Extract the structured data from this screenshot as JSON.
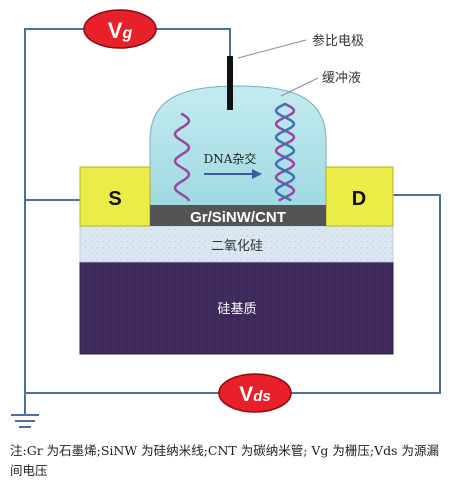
{
  "labels": {
    "vg": "Vg",
    "vds": "Vds",
    "source": "S",
    "drain": "D",
    "channel": "Gr/SiNW/CNT",
    "oxide": "二氧化硅",
    "substrate": "硅基质",
    "reference_electrode": "参比电极",
    "buffer": "缓冲液",
    "hybridization": "DNA杂交"
  },
  "note": "注:Gr 为石墨烯;SiNW 为硅纳米线;CNT 为碳纳米管; Vg 为栅压;Vds 为源漏间电压",
  "colors": {
    "wire": "#4d6fa0",
    "meter_fill": "#e8202a",
    "electrode": "#ecec48",
    "channel": "#545454",
    "oxide": "#dbe8f2",
    "substrate": "#3f2a5c",
    "buffer": "#a7dfe6",
    "dna_single": "#9a46a2",
    "dna_partner": "#3e72b8"
  }
}
